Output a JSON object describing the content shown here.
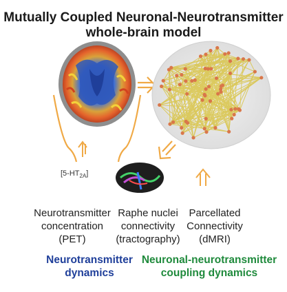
{
  "title": {
    "line1": "Mutually Coupled Neuronal-Neurotransmitter",
    "line2": "whole-brain model"
  },
  "receptor_label": {
    "prefix": "[5-HT",
    "subscript": "2A",
    "suffix": "]"
  },
  "sources": [
    {
      "line1": "Neurotransmitter",
      "line2": "concentration",
      "line3": "(PET)"
    },
    {
      "line1": "Raphe nuclei",
      "line2": "connectivity",
      "line3": "(tractography)"
    },
    {
      "line1": "Parcellated",
      "line2": "Connectivity",
      "line3": "(dMRI)"
    }
  ],
  "outputs": [
    {
      "line1": "Neurotransmitter",
      "line2": "dynamics",
      "color": "#1f3f9a"
    },
    {
      "line1": "Neuronal-neurotransmitter",
      "line2": "coupling dynamics",
      "color": "#1f8a3c"
    }
  ],
  "colors": {
    "arrow": "#f0a945",
    "node": "#d9774a",
    "edge": "#d8c23c",
    "brain_blue": "#2f57b8"
  }
}
